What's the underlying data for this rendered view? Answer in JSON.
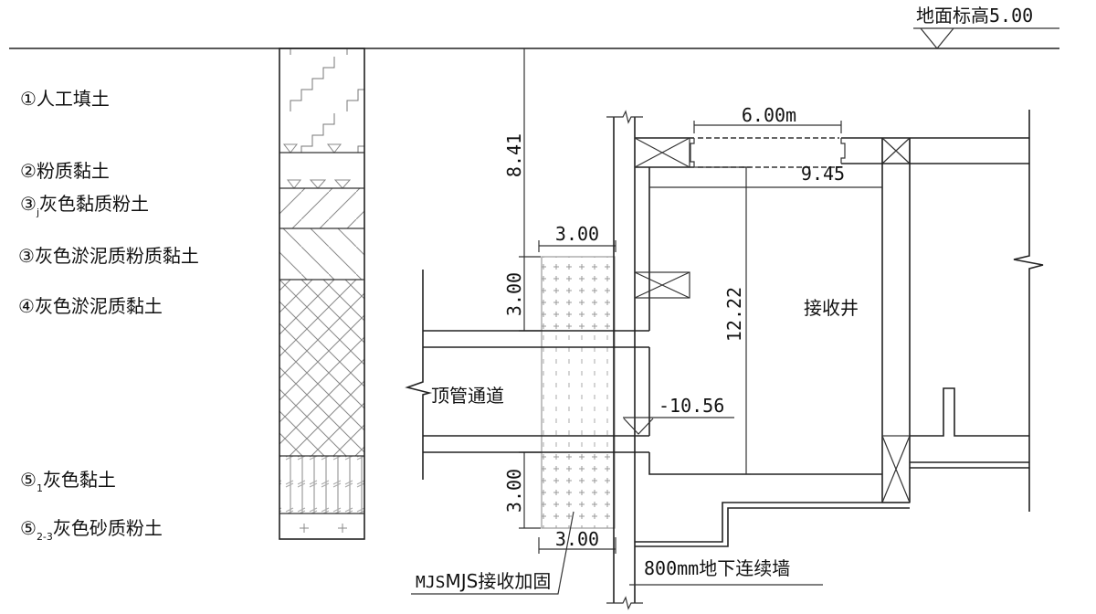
{
  "ground": {
    "label": "地面标高5.00"
  },
  "soil_layers": [
    {
      "num": "①",
      "sub": "",
      "name": "人工填土"
    },
    {
      "num": "②",
      "sub": "",
      "name": "粉质黏土"
    },
    {
      "num": "③",
      "sub": "j",
      "name": "灰色黏质粉土"
    },
    {
      "num": "③",
      "sub": "",
      "name": "灰色淤泥质粉质黏土"
    },
    {
      "num": "④",
      "sub": "",
      "name": "灰色淤泥质黏土"
    },
    {
      "num": "⑤",
      "sub": "1",
      "name": "灰色黏土"
    },
    {
      "num": "⑤",
      "sub": "2-3",
      "name": "灰色砂质粉土"
    }
  ],
  "dimensions": {
    "depth_top": "8.41",
    "mjs_upper": "3.00",
    "mjs_lower": "3.00",
    "mjs_width_top": "3.00",
    "mjs_width_bottom": "3.00",
    "opening": "6.00m",
    "shaft_width": "9.45",
    "shaft_height": "12.22",
    "elevation": "-10.56"
  },
  "labels": {
    "shaft": "接收井",
    "pipe": "顶管通道",
    "mjs": "MJS接收加固",
    "wall": "800mm地下连续墙"
  }
}
